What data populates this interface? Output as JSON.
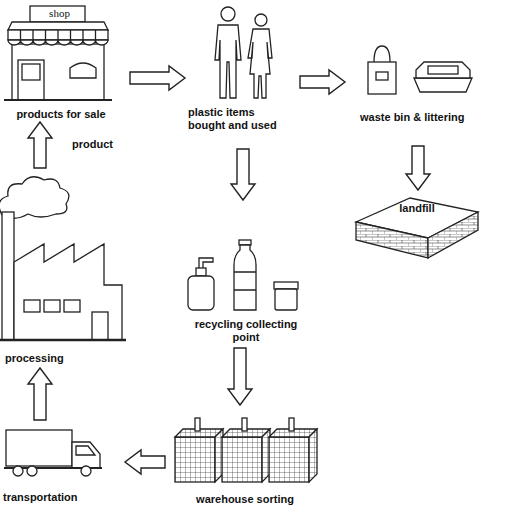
{
  "diagram": {
    "nodes": [
      {
        "text": [
          "shop",
          "products for sale"
        ]
      },
      {
        "text": [
          "plastic items bought and used"
        ]
      },
      {
        "text": [
          "waste bin & littering"
        ]
      },
      {
        "text": [
          "landfill"
        ]
      },
      {
        "text": [
          "processing"
        ]
      },
      {
        "text": [
          "recycling collecting point"
        ]
      },
      {
        "text": [
          "warehouse sorting"
        ]
      },
      {
        "text": [
          "transportation"
        ]
      }
    ],
    "edges": [
      {
        "from": 0,
        "to": 1,
        "arrow": "to"
      },
      {
        "from": 1,
        "to": 2,
        "arrow": "to"
      },
      {
        "from": 2,
        "to": 3,
        "arrow": "to"
      },
      {
        "from": 1,
        "to": 5,
        "arrow": "to"
      },
      {
        "from": 5,
        "to": 6,
        "arrow": "to"
      },
      {
        "from": 6,
        "to": 7,
        "arrow": "to"
      },
      {
        "from": 7,
        "to": 4,
        "arrow": "to"
      },
      {
        "from": 4,
        "to": 0,
        "label": "product",
        "arrow": "to"
      }
    ]
  }
}
